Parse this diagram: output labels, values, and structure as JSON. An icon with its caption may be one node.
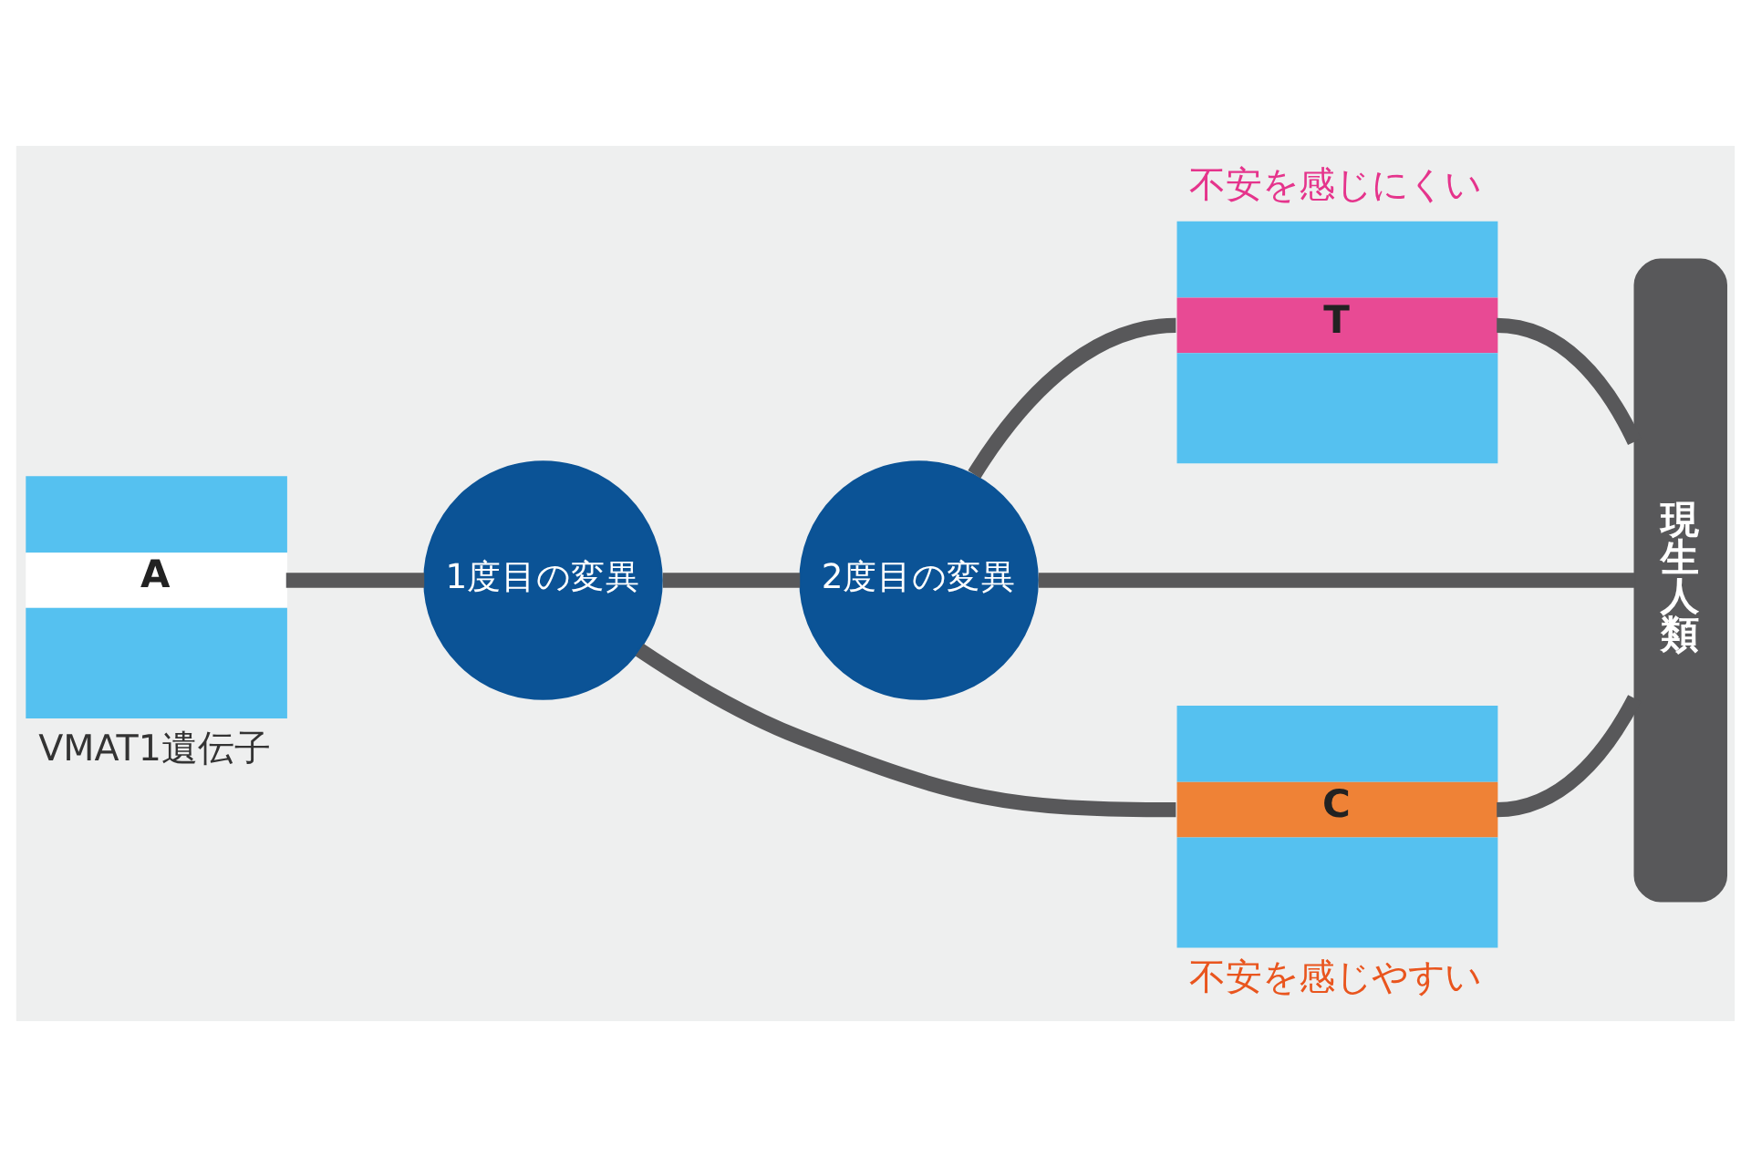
{
  "diagram": {
    "nodes": [
      {
        "text": [
          "A"
        ],
        "beside": [
          "VMAT1遺伝子"
        ]
      },
      {
        "text": [
          "1度目の変異"
        ]
      },
      {
        "text": [
          "2度目の変異"
        ]
      },
      {
        "text": [
          "C"
        ],
        "beside": [
          "不安を感じやすい"
        ]
      },
      {
        "text": [
          "T"
        ],
        "beside": [
          "不安を感じにくい"
        ]
      },
      {
        "text": [
          "現生人類"
        ]
      }
    ],
    "edges": [
      {
        "from": 0,
        "to": 1,
        "arrow": "none"
      },
      {
        "from": 1,
        "to": 2,
        "arrow": "none"
      },
      {
        "from": 2,
        "to": 5,
        "arrow": "none"
      },
      {
        "from": 1,
        "to": 3,
        "arrow": "none"
      },
      {
        "from": 3,
        "to": 5,
        "arrow": "none"
      },
      {
        "from": 2,
        "to": 4,
        "arrow": "none"
      },
      {
        "from": 4,
        "to": 5,
        "arrow": "none"
      }
    ]
  }
}
